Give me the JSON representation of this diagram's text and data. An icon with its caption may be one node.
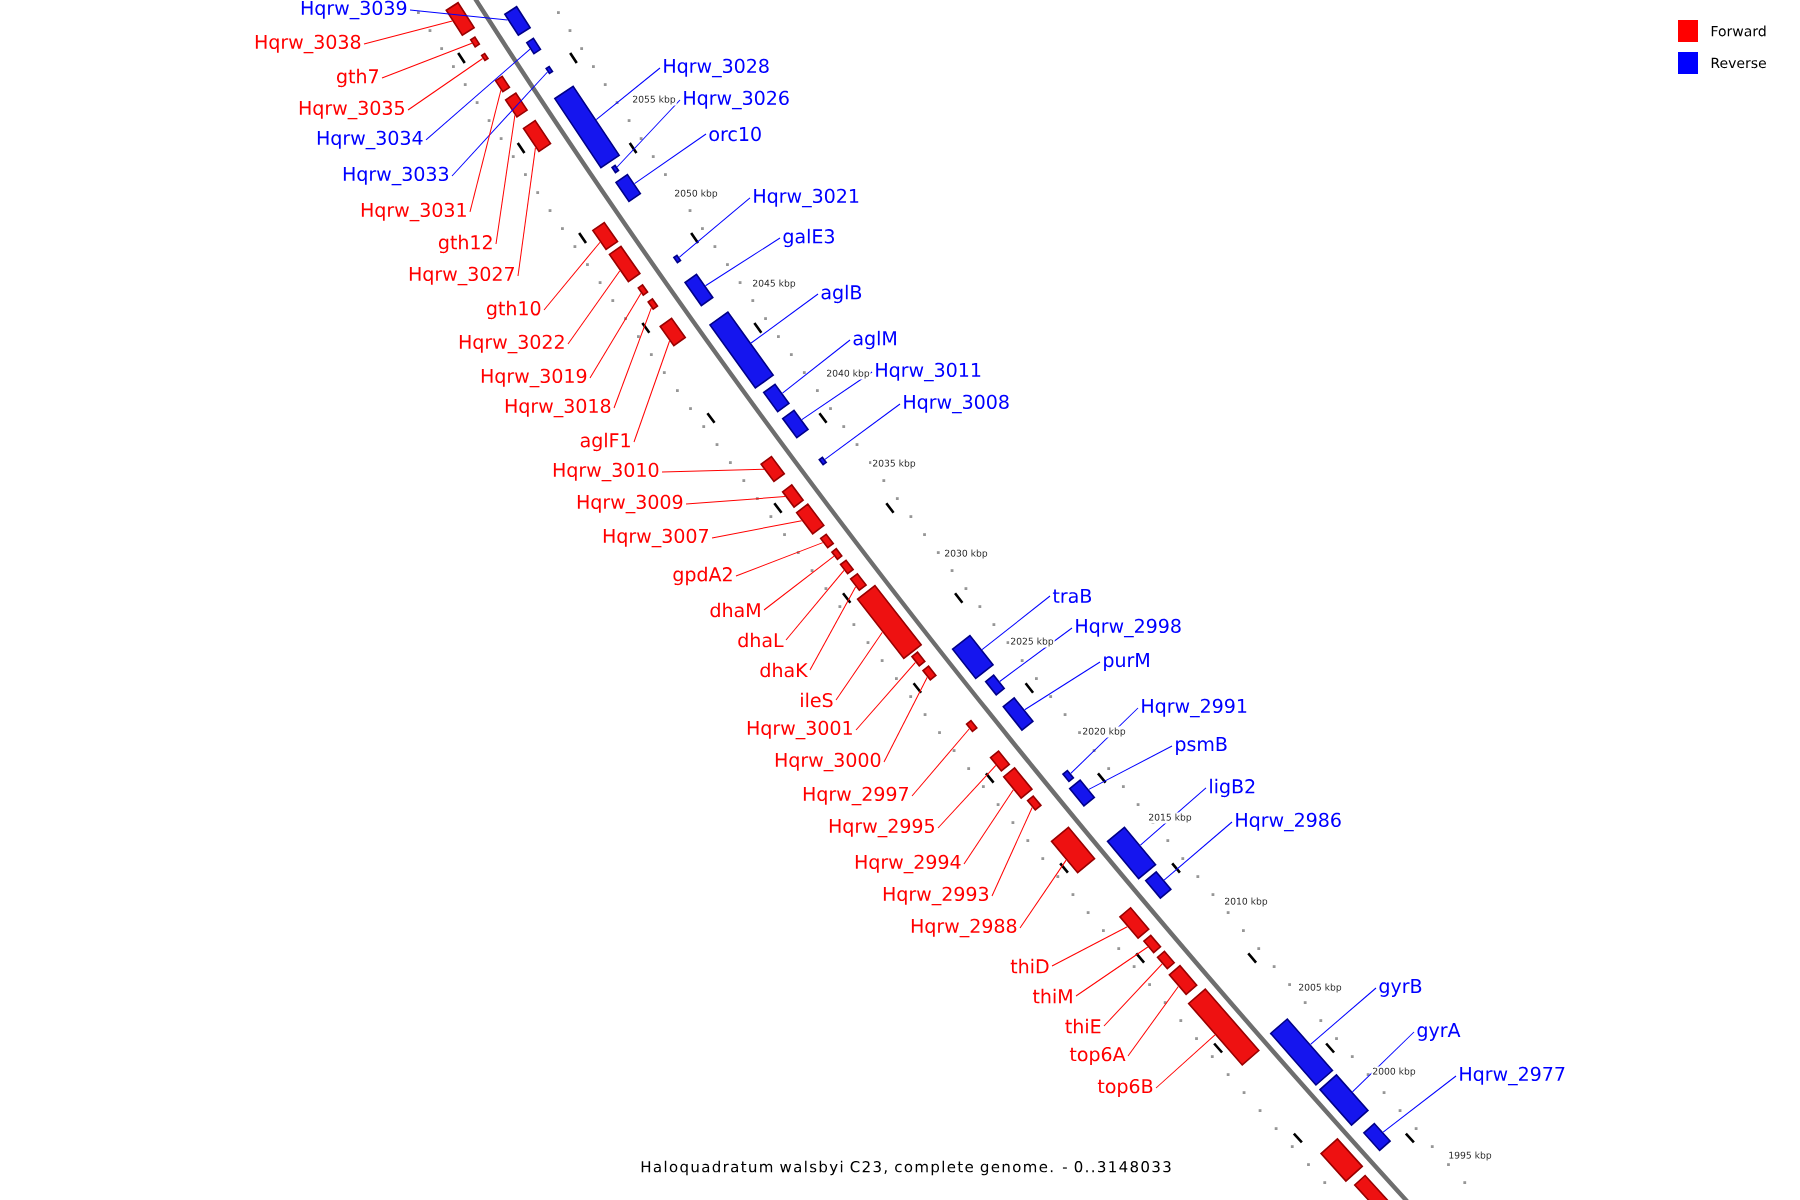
{
  "diagram": {
    "caption": "Haloquadratum walsbyi C23, complete genome. - 0..3148033",
    "nodes": [
      {
        "text": [
          "Hqrw_3039"
        ]
      },
      {
        "text": [],
        "shape": "box"
      },
      {
        "text": [
          "Hqrw_3038"
        ]
      },
      {
        "text": [],
        "shape": "box"
      },
      {
        "text": [
          "gth7"
        ]
      },
      {
        "text": [],
        "shape": "box"
      },
      {
        "text": [
          "Hqrw_3035"
        ]
      },
      {
        "text": [],
        "shape": "box"
      },
      {
        "text": [
          "Hqrw_3034"
        ]
      },
      {
        "text": [],
        "shape": "box"
      },
      {
        "text": [
          "Hqrw_3033"
        ]
      },
      {
        "text": [],
        "shape": "box"
      },
      {
        "text": [
          "Hqrw_3031"
        ]
      },
      {
        "text": [],
        "shape": "box"
      },
      {
        "text": [
          "gth12"
        ]
      },
      {
        "text": [],
        "shape": "box"
      },
      {
        "text": [
          "Hqrw_3027"
        ]
      },
      {
        "text": [],
        "shape": "box"
      },
      {
        "text": [
          "Hqrw_3028"
        ]
      },
      {
        "text": [],
        "shape": "box"
      },
      {
        "text": [
          "Hqrw_3026"
        ]
      },
      {
        "text": [],
        "shape": "box"
      },
      {
        "text": [
          "orc10"
        ]
      },
      {
        "text": [],
        "shape": "box"
      },
      {
        "text": [
          "gth10"
        ]
      },
      {
        "text": [],
        "shape": "box"
      },
      {
        "text": [
          "Hqrw_3022"
        ]
      },
      {
        "text": [],
        "shape": "box"
      },
      {
        "text": [
          "Hqrw_3019"
        ]
      },
      {
        "text": [],
        "shape": "box"
      },
      {
        "text": [
          "Hqrw_3018"
        ]
      },
      {
        "text": [],
        "shape": "box"
      },
      {
        "text": [
          "aglF1"
        ]
      },
      {
        "text": [],
        "shape": "box"
      },
      {
        "text": [
          "Hqrw_3021"
        ]
      },
      {
        "text": [],
        "shape": "box"
      },
      {
        "text": [
          "galE3"
        ]
      },
      {
        "text": [],
        "shape": "box"
      },
      {
        "text": [
          "aglB"
        ]
      },
      {
        "text": [],
        "shape": "box"
      },
      {
        "text": [
          "aglM"
        ]
      },
      {
        "text": [],
        "shape": "box"
      },
      {
        "text": [
          "Hqrw_3011"
        ]
      },
      {
        "text": [],
        "shape": "box"
      },
      {
        "text": [
          "Hqrw_3008"
        ]
      },
      {
        "text": [],
        "shape": "box"
      },
      {
        "text": [
          "Hqrw_3010"
        ]
      },
      {
        "text": [],
        "shape": "box"
      },
      {
        "text": [
          "Hqrw_3009"
        ]
      },
      {
        "text": [],
        "shape": "box"
      },
      {
        "text": [
          "Hqrw_3007"
        ]
      },
      {
        "text": [],
        "shape": "box"
      },
      {
        "text": [
          "gpdA2"
        ]
      },
      {
        "text": [],
        "shape": "box"
      },
      {
        "text": [
          "dhaM"
        ]
      },
      {
        "text": [],
        "shape": "box"
      },
      {
        "text": [
          "dhaL"
        ]
      },
      {
        "text": [],
        "shape": "box"
      },
      {
        "text": [
          "dhaK"
        ]
      },
      {
        "text": [],
        "shape": "box"
      },
      {
        "text": [
          "ileS"
        ]
      },
      {
        "text": [],
        "shape": "box"
      },
      {
        "text": [
          "Hqrw_3001"
        ]
      },
      {
        "text": [],
        "shape": "box"
      },
      {
        "text": [
          "Hqrw_3000"
        ]
      },
      {
        "text": [],
        "shape": "box"
      },
      {
        "text": [
          "Hqrw_2997"
        ]
      },
      {
        "text": [],
        "shape": "box"
      },
      {
        "text": [
          "Hqrw_2995"
        ]
      },
      {
        "text": [],
        "shape": "box"
      },
      {
        "text": [
          "Hqrw_2994"
        ]
      },
      {
        "text": [],
        "shape": "box"
      },
      {
        "text": [
          "Hqrw_2993"
        ]
      },
      {
        "text": [],
        "shape": "box"
      },
      {
        "text": [
          "Hqrw_2988"
        ]
      },
      {
        "text": [],
        "shape": "box"
      },
      {
        "text": [
          "traB"
        ]
      },
      {
        "text": [],
        "shape": "box"
      },
      {
        "text": [
          "Hqrw_2998"
        ]
      },
      {
        "text": [],
        "shape": "box"
      },
      {
        "text": [
          "purM"
        ]
      },
      {
        "text": [],
        "shape": "box"
      },
      {
        "text": [
          "Hqrw_2991"
        ]
      },
      {
        "text": [],
        "shape": "box"
      },
      {
        "text": [
          "psmB"
        ]
      },
      {
        "text": [],
        "shape": "box"
      },
      {
        "text": [
          "ligB2"
        ]
      },
      {
        "text": [],
        "shape": "box"
      },
      {
        "text": [
          "Hqrw_2986"
        ]
      },
      {
        "text": [],
        "shape": "box"
      },
      {
        "text": [
          "thiD"
        ]
      },
      {
        "text": [],
        "shape": "box"
      },
      {
        "text": [
          "thiM"
        ]
      },
      {
        "text": [],
        "shape": "box"
      },
      {
        "text": [
          "thiE"
        ]
      },
      {
        "text": [],
        "shape": "box"
      },
      {
        "text": [
          "top6A"
        ]
      },
      {
        "text": [],
        "shape": "box"
      },
      {
        "text": [
          "top6B"
        ]
      },
      {
        "text": [],
        "shape": "box"
      },
      {
        "text": [
          "gyrB"
        ]
      },
      {
        "text": [],
        "shape": "box"
      },
      {
        "text": [
          "gyrA"
        ]
      },
      {
        "text": [],
        "shape": "box"
      },
      {
        "text": [
          "Hqrw_2977"
        ]
      },
      {
        "text": [],
        "shape": "box"
      },
      {
        "text": [],
        "shape": "box"
      },
      {
        "text": [],
        "shape": "box"
      }
    ],
    "edges": [
      {
        "from": 0,
        "to": 1,
        "arrow": "none",
        "color": "#0000ff"
      },
      {
        "from": 2,
        "to": 3,
        "arrow": "none"
      },
      {
        "from": 4,
        "to": 5,
        "arrow": "none"
      },
      {
        "from": 6,
        "to": 7,
        "arrow": "none"
      },
      {
        "from": 8,
        "to": 9,
        "arrow": "none",
        "color": "#0000ff"
      },
      {
        "from": 10,
        "to": 11,
        "arrow": "none",
        "color": "#0000ff"
      },
      {
        "from": 12,
        "to": 13,
        "arrow": "none"
      },
      {
        "from": 14,
        "to": 15,
        "arrow": "none"
      },
      {
        "from": 16,
        "to": 17,
        "arrow": "none"
      },
      {
        "from": 18,
        "to": 19,
        "arrow": "none",
        "color": "#0000ff"
      },
      {
        "from": 20,
        "to": 21,
        "arrow": "none",
        "color": "#0000ff"
      },
      {
        "from": 22,
        "to": 23,
        "arrow": "none",
        "color": "#0000ff"
      },
      {
        "from": 24,
        "to": 25,
        "arrow": "none"
      },
      {
        "from": 26,
        "to": 27,
        "arrow": "none"
      },
      {
        "from": 28,
        "to": 29,
        "arrow": "none"
      },
      {
        "from": 30,
        "to": 31,
        "arrow": "none"
      },
      {
        "from": 32,
        "to": 33,
        "arrow": "none"
      },
      {
        "from": 34,
        "to": 35,
        "arrow": "none",
        "color": "#0000ff"
      },
      {
        "from": 36,
        "to": 37,
        "arrow": "none",
        "color": "#0000ff"
      },
      {
        "from": 38,
        "to": 39,
        "arrow": "none",
        "color": "#0000ff"
      },
      {
        "from": 40,
        "to": 41,
        "arrow": "none",
        "color": "#0000ff"
      },
      {
        "from": 42,
        "to": 43,
        "arrow": "none",
        "color": "#0000ff"
      },
      {
        "from": 44,
        "to": 45,
        "arrow": "none",
        "color": "#0000ff"
      },
      {
        "from": 46,
        "to": 47,
        "arrow": "none"
      },
      {
        "from": 48,
        "to": 49,
        "arrow": "none"
      },
      {
        "from": 50,
        "to": 51,
        "arrow": "none"
      },
      {
        "from": 52,
        "to": 53,
        "arrow": "none"
      },
      {
        "from": 54,
        "to": 55,
        "arrow": "none"
      },
      {
        "from": 56,
        "to": 57,
        "arrow": "none"
      },
      {
        "from": 58,
        "to": 59,
        "arrow": "none"
      },
      {
        "from": 60,
        "to": 61,
        "arrow": "none"
      },
      {
        "from": 62,
        "to": 63,
        "arrow": "none"
      },
      {
        "from": 64,
        "to": 65,
        "arrow": "none"
      },
      {
        "from": 66,
        "to": 67,
        "arrow": "none"
      },
      {
        "from": 68,
        "to": 69,
        "arrow": "none"
      },
      {
        "from": 70,
        "to": 71,
        "arrow": "none"
      },
      {
        "from": 72,
        "to": 73,
        "arrow": "none"
      },
      {
        "from": 74,
        "to": 75,
        "arrow": "none"
      },
      {
        "from": 76,
        "to": 77,
        "arrow": "none",
        "color": "#0000ff"
      },
      {
        "from": 78,
        "to": 79,
        "arrow": "none",
        "color": "#0000ff"
      },
      {
        "from": 80,
        "to": 81,
        "arrow": "none",
        "color": "#0000ff"
      },
      {
        "from": 82,
        "to": 83,
        "arrow": "none",
        "color": "#0000ff"
      },
      {
        "from": 84,
        "to": 85,
        "arrow": "none",
        "color": "#0000ff"
      },
      {
        "from": 86,
        "to": 87,
        "arrow": "none",
        "color": "#0000ff"
      },
      {
        "from": 88,
        "to": 89,
        "arrow": "none",
        "color": "#0000ff"
      },
      {
        "from": 90,
        "to": 91,
        "arrow": "none"
      },
      {
        "from": 92,
        "to": 93,
        "arrow": "none"
      },
      {
        "from": 94,
        "to": 95,
        "arrow": "none"
      },
      {
        "from": 96,
        "to": 97,
        "arrow": "none"
      },
      {
        "from": 98,
        "to": 99,
        "arrow": "none"
      },
      {
        "from": 100,
        "to": 101,
        "arrow": "none",
        "color": "#0000ff"
      },
      {
        "from": 102,
        "to": 103,
        "arrow": "none",
        "color": "#0000ff"
      },
      {
        "from": 104,
        "to": 105,
        "arrow": "none",
        "color": "#0000ff"
      }
    ],
    "labels": [
      "2055 kbp",
      "2050 kbp",
      "2045 kbp",
      "2040 kbp",
      "2035 kbp",
      "2030 kbp",
      "2025 kbp",
      "2020 kbp",
      "2015 kbp",
      "2010 kbp",
      "2005 kbp",
      "2000 kbp",
      "1995 kbp"
    ],
    "legend": [
      {
        "text": "Forward",
        "color": "#ff0000"
      },
      {
        "text": "Reverse",
        "color": "#0000ff"
      }
    ]
  }
}
